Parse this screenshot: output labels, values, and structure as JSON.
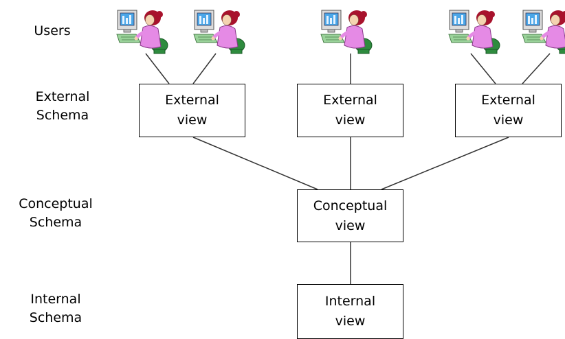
{
  "levels": {
    "users": "Users",
    "external": "External\nSchema",
    "conceptual": "Conceptual\nSchema",
    "internal": "Internal\nSchema"
  },
  "boxes": {
    "external_1": {
      "line1": "External",
      "line2": "view"
    },
    "external_2": {
      "line1": "External",
      "line2": "view"
    },
    "external_3": {
      "line1": "External",
      "line2": "view"
    },
    "conceptual": {
      "line1": "Conceptual",
      "line2": "view"
    },
    "internal": {
      "line1": "Internal",
      "line2": "view"
    }
  },
  "icons": {
    "user": "user-at-computer-icon"
  },
  "colors": {
    "line": "#333333",
    "box_border": "#000000",
    "person_dress": "#e58ae5",
    "person_hair": "#a8122c",
    "monitor_screen": "#4aa6e8",
    "monitor_body": "#dcdcdc",
    "keyboard": "#9ad39a",
    "chair": "#2e8b3e"
  }
}
